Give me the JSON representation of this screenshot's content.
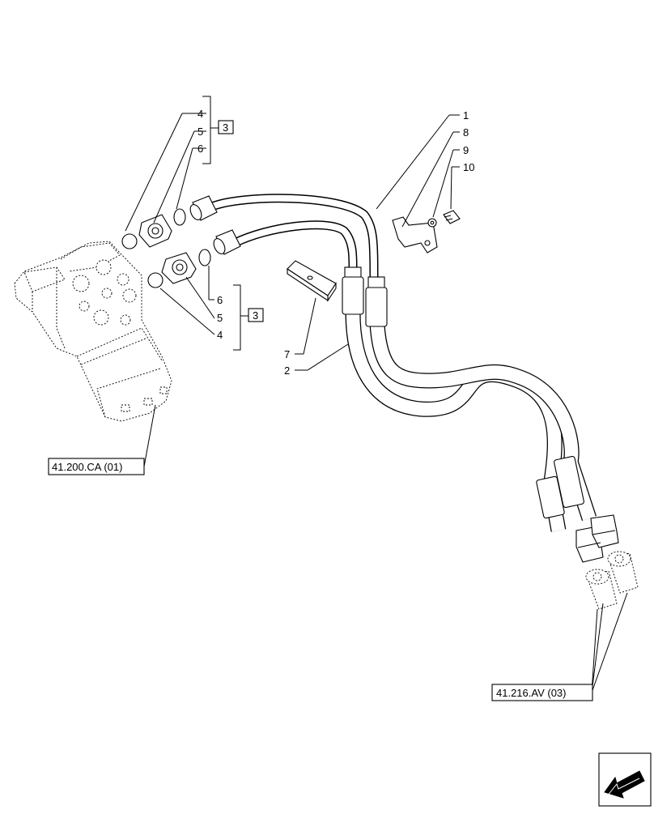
{
  "callouts": {
    "c1": "1",
    "c2": "2",
    "c7": "7",
    "c8": "8",
    "c9": "9",
    "c10": "10",
    "upper": {
      "c4": "4",
      "c5": "5",
      "c6": "6",
      "group": "3"
    },
    "lower": {
      "c6": "6",
      "c5": "5",
      "c4": "4",
      "group": "3"
    }
  },
  "references": {
    "steering_unit": "41.200.CA (01)",
    "cylinder_fittings": "41.216.AV (03)"
  },
  "nav": {
    "icon": "arrow-previous-icon"
  }
}
